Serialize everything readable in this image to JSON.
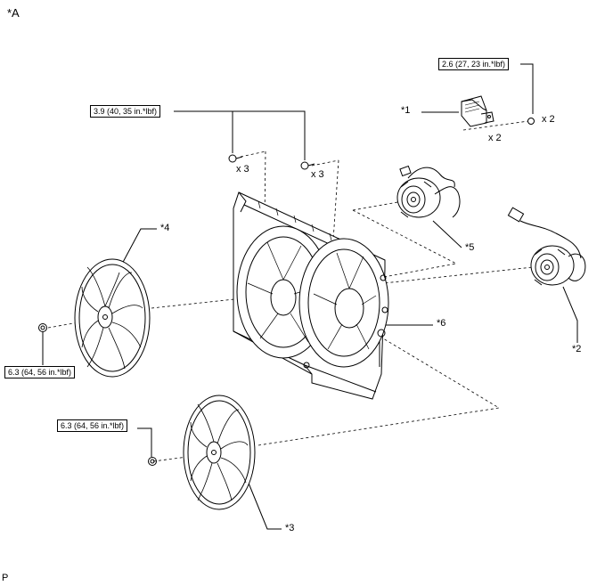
{
  "figure_tag": "*A",
  "footer_tag": "P",
  "callouts": {
    "c1": "*1",
    "c2": "*2",
    "c3": "*3",
    "c4": "*4",
    "c5": "*5",
    "c6": "*6"
  },
  "torques": {
    "t_top_right": "2.6 (27, 23 in.*lbf)",
    "t_top_left": "3.9 (40, 35 in.*lbf)",
    "t_left_fan": "6.3 (64, 56 in.*lbf)",
    "t_lower_fan": "6.3 (64, 56 in.*lbf)"
  },
  "quantities": {
    "q_bolt_right": "x 2",
    "q_resistor": "x 2",
    "q_bolt_left": "x 3",
    "q_bolt_mid": "x 3"
  }
}
